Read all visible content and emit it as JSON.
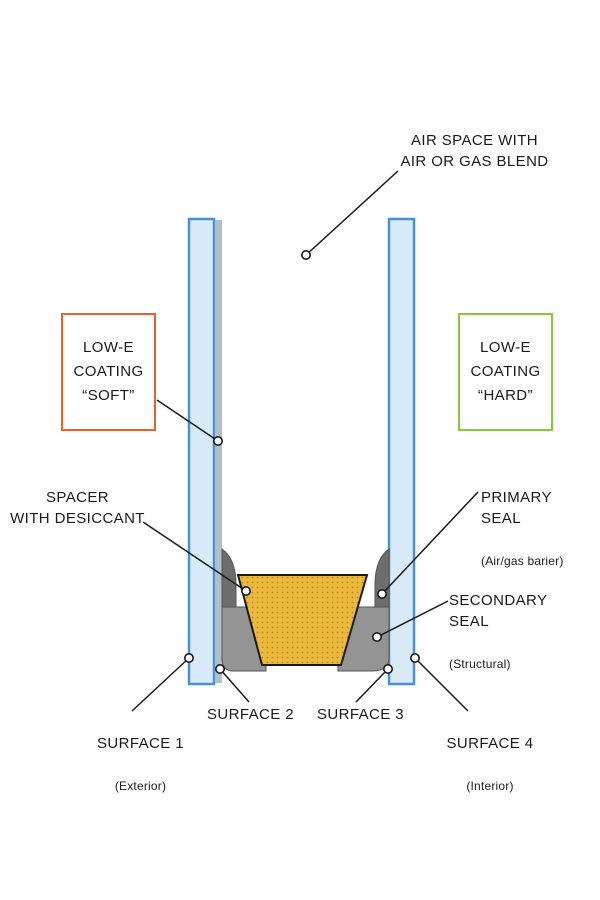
{
  "labels": {
    "air_space": "AIR SPACE WITH\nAIR OR GAS BLEND",
    "lowe_soft": "LOW-E\nCOATING\n“SOFT”",
    "lowe_hard": "LOW-E\nCOATING\n“HARD”",
    "spacer": "SPACER\nWITH DESICCANT",
    "primary_seal_title": "PRIMARY\nSEAL",
    "primary_seal_sub": "(Air/gas barier)",
    "secondary_seal_title": "SECONDARY\nSEAL",
    "secondary_seal_sub": "(Structural)",
    "surface1": "SURFACE 1",
    "surface1_sub": "(Exterior)",
    "surface2": "SURFACE 2",
    "surface3": "SURFACE 3",
    "surface4": "SURFACE 4",
    "surface4_sub": "(Interior)"
  },
  "colors": {
    "glass_fill": "#d9eaf8",
    "glass_border": "#4a90d5",
    "coating_strip": "#b4c0c8",
    "lowe_soft_border": "#e8622c",
    "lowe_hard_border": "#8cc63e",
    "spacer_fill": "#ecb93c",
    "spacer_dot": "#b68c1e",
    "seal_primary": "#6d6d6d",
    "seal_secondary": "#949494",
    "seal_outline": "#555555",
    "line": "#1a1a1a",
    "dot_fill": "#ffffff"
  }
}
